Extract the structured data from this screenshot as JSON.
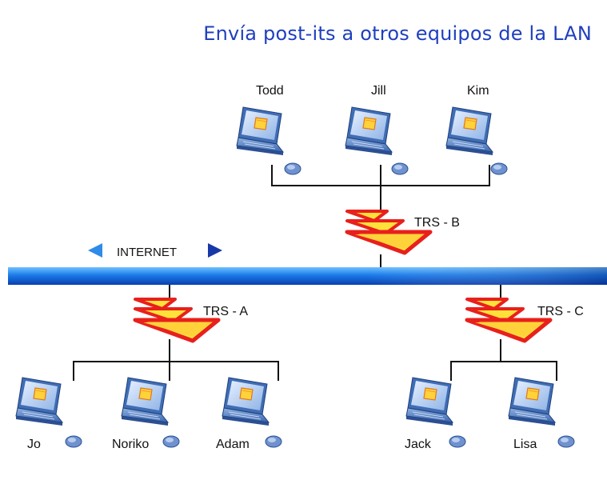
{
  "title": "Envía post-its a otros equipos de la LAN",
  "internet": {
    "label": "INTERNET"
  },
  "routers": [
    {
      "id": "b",
      "label": "TRS - B"
    },
    {
      "id": "a",
      "label": "TRS - A"
    },
    {
      "id": "c",
      "label": "TRS - C"
    }
  ],
  "computers": [
    {
      "id": "todd",
      "label": "Todd"
    },
    {
      "id": "jill",
      "label": "Jill"
    },
    {
      "id": "kim",
      "label": "Kim"
    },
    {
      "id": "jo",
      "label": "Jo"
    },
    {
      "id": "noriko",
      "label": "Noriko"
    },
    {
      "id": "adam",
      "label": "Adam"
    },
    {
      "id": "jack",
      "label": "Jack"
    },
    {
      "id": "lisa",
      "label": "Lisa"
    }
  ],
  "colors": {
    "title": "#1f3fbf",
    "backbone": "#1b7be8",
    "router_red": "#e8201c",
    "router_yellow": "#ffe13a",
    "laptop_blue": "#5a86c6",
    "wire": "#111111"
  }
}
